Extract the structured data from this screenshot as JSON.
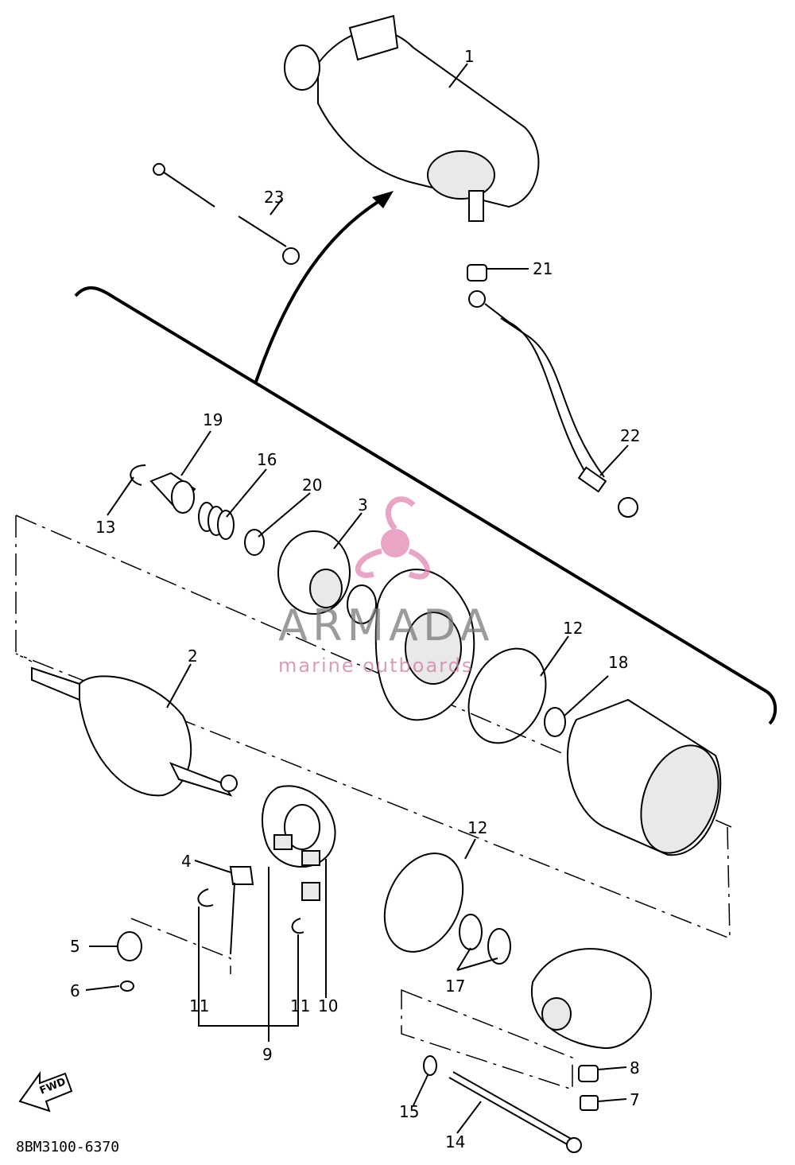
{
  "watermark": {
    "title": "ARMADA",
    "subtitle": "marine outboards",
    "accent": "#e07fae"
  },
  "diagram_code": "8BM3100-6370",
  "fwd_label": "FWD",
  "callouts": {
    "c1": "1",
    "c2": "2",
    "c3": "3",
    "c4": "4",
    "c5": "5",
    "c6": "6",
    "c7": "7",
    "c8": "8",
    "c9": "9",
    "c10": "10",
    "c11a": "11",
    "c11b": "11",
    "c12a": "12",
    "c12b": "12",
    "c13": "13",
    "c14": "14",
    "c15": "15",
    "c16": "16",
    "c17": "17",
    "c18": "18",
    "c19": "19",
    "c20": "20",
    "c21": "21",
    "c22": "22",
    "c23": "23"
  }
}
